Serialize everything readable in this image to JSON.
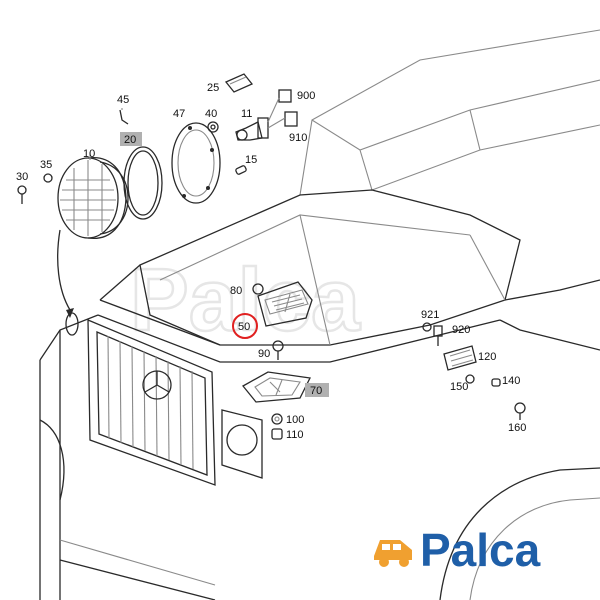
{
  "brand": {
    "name": "Palca",
    "watermark": "Palca",
    "logo_color": "#1f5fa8",
    "car_icon_color": "#f0a030"
  },
  "labels": {
    "p10": "10",
    "p11": "11",
    "p15": "15",
    "p20": "20",
    "p25": "25",
    "p30": "30",
    "p35": "35",
    "p40": "40",
    "p45": "45",
    "p47": "47",
    "p50": "50",
    "p70": "70",
    "p80": "80",
    "p90": "90",
    "p100": "100",
    "p110": "110",
    "p120": "120",
    "p140": "140",
    "p150": "150",
    "p160": "160",
    "p900": "900",
    "p910": "910",
    "p920": "920",
    "p921": "921"
  },
  "highlight": {
    "circled_part": "50",
    "circle_color": "#e02020",
    "boxed_parts": [
      "20",
      "70"
    ],
    "box_color": "#b0b0b0"
  }
}
